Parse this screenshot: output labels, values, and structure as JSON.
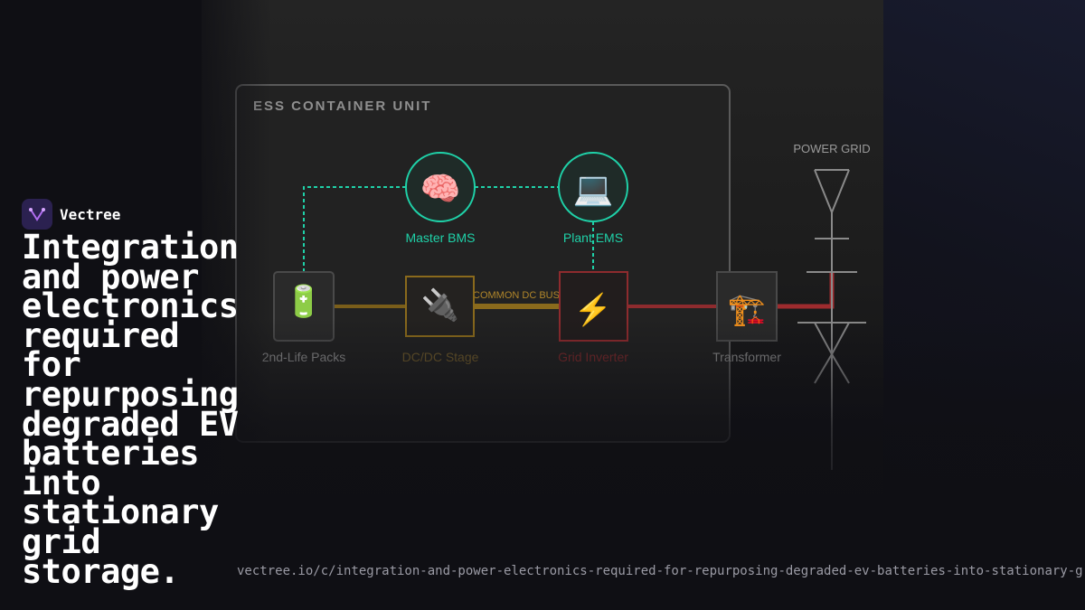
{
  "brand": {
    "name": "Vectree"
  },
  "headline": "Integration and power electronics required for repurposing degraded EV batteries into stationary grid storage.",
  "url": "vectree.io/c/integration-and-power-electronics-required-for-repurposing-degraded-ev-batteries-into-stationary-grid-storage",
  "diagram": {
    "container_title": "ESS CONTAINER UNIT",
    "grid_label": "POWER GRID",
    "bus_label": "COMMON DC BUS",
    "nodes": {
      "master_bms": {
        "label": "Master BMS",
        "icon": "brain-icon",
        "glyph": "🧠"
      },
      "plant_ems": {
        "label": "Plant EMS",
        "icon": "laptop-icon",
        "glyph": "💻"
      },
      "packs": {
        "label": "2nd-Life Packs",
        "icon": "battery-icon",
        "glyph": "🔋"
      },
      "dcdc": {
        "label": "DC/DC Stage",
        "icon": "plug-icon",
        "glyph": "🔌"
      },
      "inverter": {
        "label": "Grid Inverter",
        "icon": "lightning-icon",
        "glyph": "⚡"
      },
      "transformer": {
        "label": "Transformer",
        "icon": "crane-icon",
        "glyph": "🏗️"
      }
    }
  },
  "colors": {
    "control": "#1fd1a8",
    "dc_bus": "#8a6a1c",
    "ac_line": "#8e2b2e",
    "tower": "#8a8a8a",
    "inverter_label": "#8e2b2e",
    "dcdc_label": "#6e5a2c"
  }
}
